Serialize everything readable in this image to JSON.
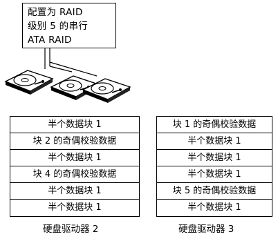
{
  "callout": {
    "lines": [
      "配置为 RAID",
      "级别 5 的串行",
      "ATA RAID"
    ]
  },
  "drive2": {
    "blocks": [
      "半个数据块 1",
      "块 2 的奇偶校验数据",
      "半个数据块 1",
      "块 4 的奇偶校验数据",
      "半个数据块 1",
      "半个数据块 1"
    ],
    "label": "硬盘驱动器 2"
  },
  "drive3": {
    "blocks": [
      "块 1 的奇偶校验数据",
      "半个数据块 1",
      "半个数据块 1",
      "半个数据块 1",
      "块 5 的奇偶校验数据",
      "半个数据块 1"
    ],
    "label": "硬盘驱动器 3"
  },
  "icons": {
    "drive_icon": "hard-drive-icon"
  }
}
